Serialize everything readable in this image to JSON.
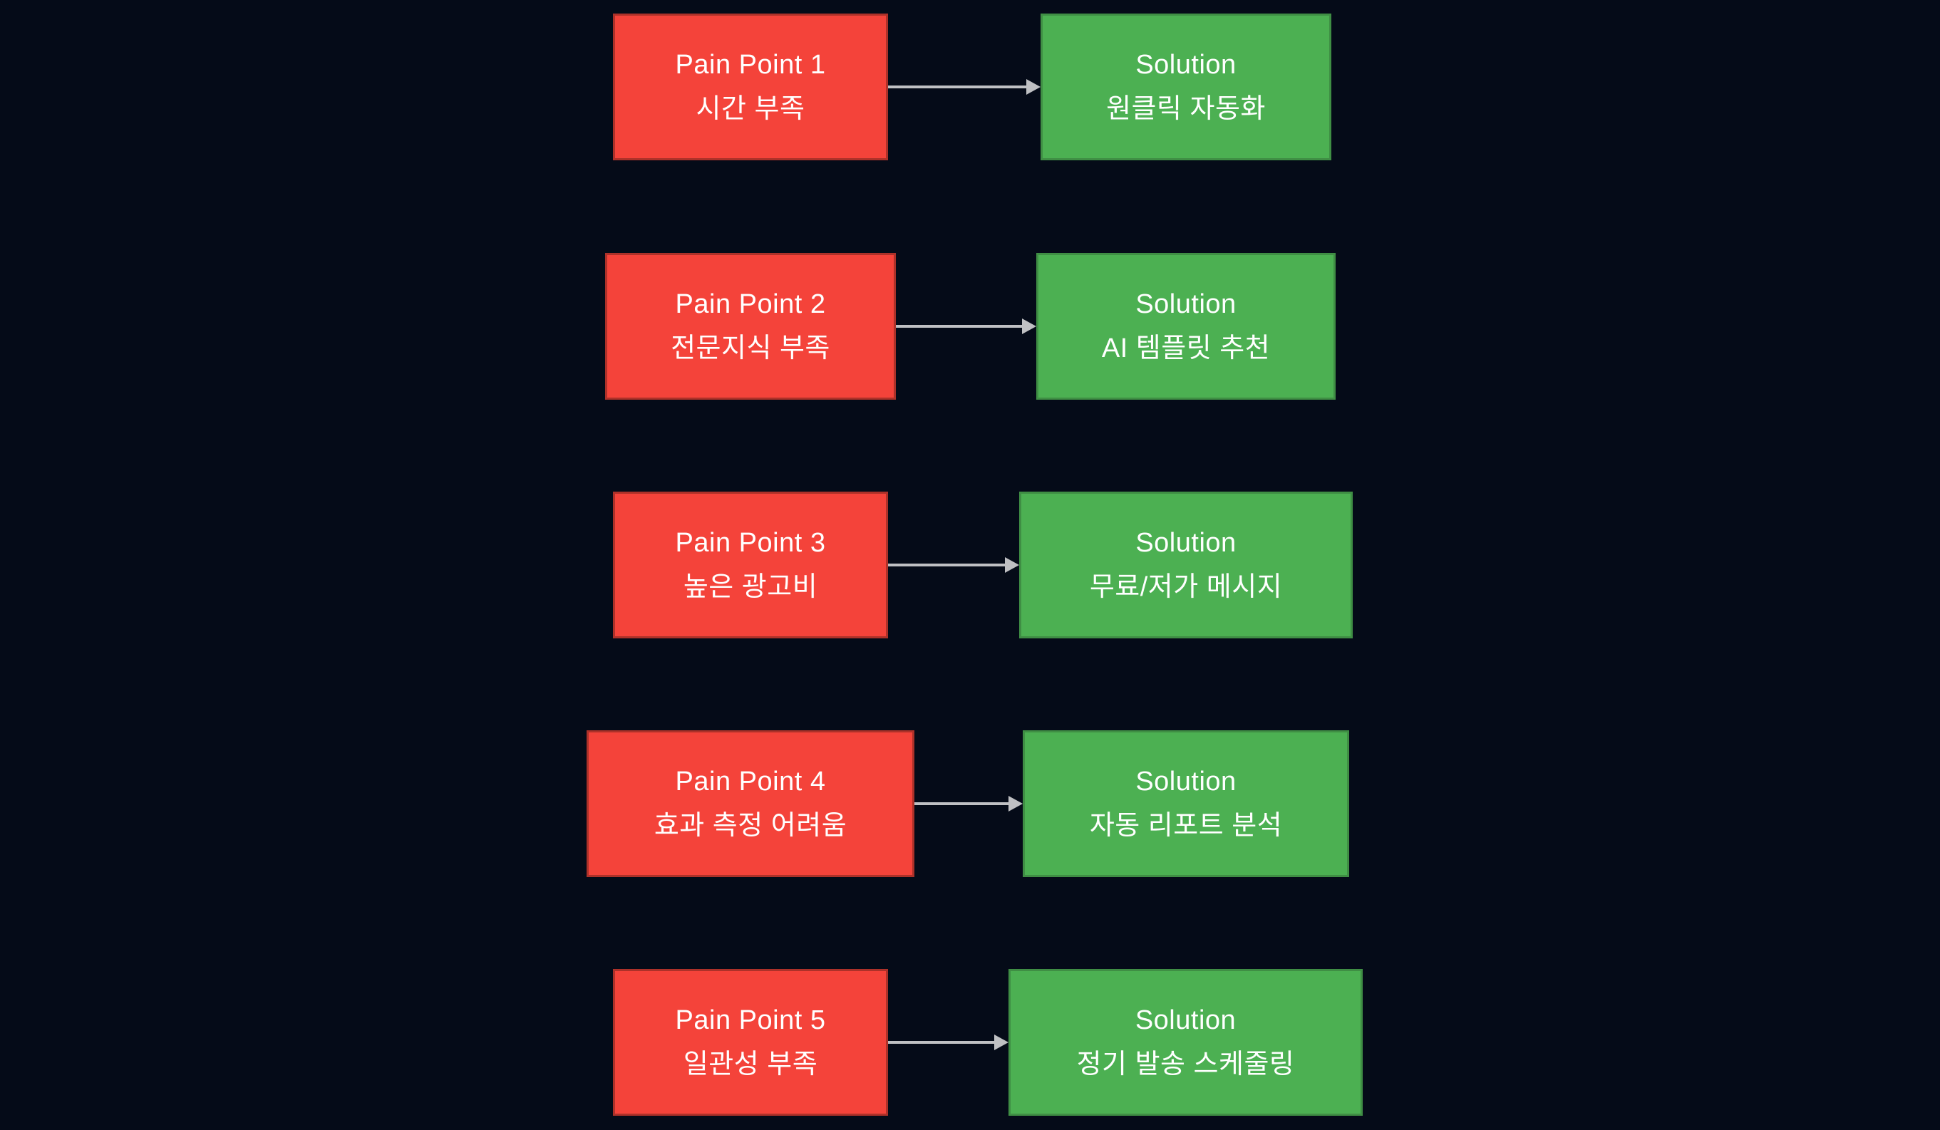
{
  "colors": {
    "background": "#050b18",
    "pain_fill": "#f4433a",
    "pain_border": "#ad3129",
    "solution_fill": "#4cb052",
    "solution_border": "#3f8e44",
    "arrow": "#bfc0c3",
    "text": "#ffffff"
  },
  "diagram": {
    "rows": [
      {
        "pain": {
          "title": "Pain Point 1",
          "subtitle": "시간 부족"
        },
        "solution": {
          "title": "Solution",
          "subtitle": "원클릭 자동화"
        }
      },
      {
        "pain": {
          "title": "Pain Point 2",
          "subtitle": "전문지식 부족"
        },
        "solution": {
          "title": "Solution",
          "subtitle": "AI 템플릿 추천"
        }
      },
      {
        "pain": {
          "title": "Pain Point 3",
          "subtitle": "높은 광고비"
        },
        "solution": {
          "title": "Solution",
          "subtitle": "무료/저가 메시지"
        }
      },
      {
        "pain": {
          "title": "Pain Point 4",
          "subtitle": "효과 측정 어려움"
        },
        "solution": {
          "title": "Solution",
          "subtitle": "자동 리포트 분석"
        }
      },
      {
        "pain": {
          "title": "Pain Point 5",
          "subtitle": "일관성 부족"
        },
        "solution": {
          "title": "Solution",
          "subtitle": "정기 발송 스케줄링"
        }
      }
    ]
  }
}
